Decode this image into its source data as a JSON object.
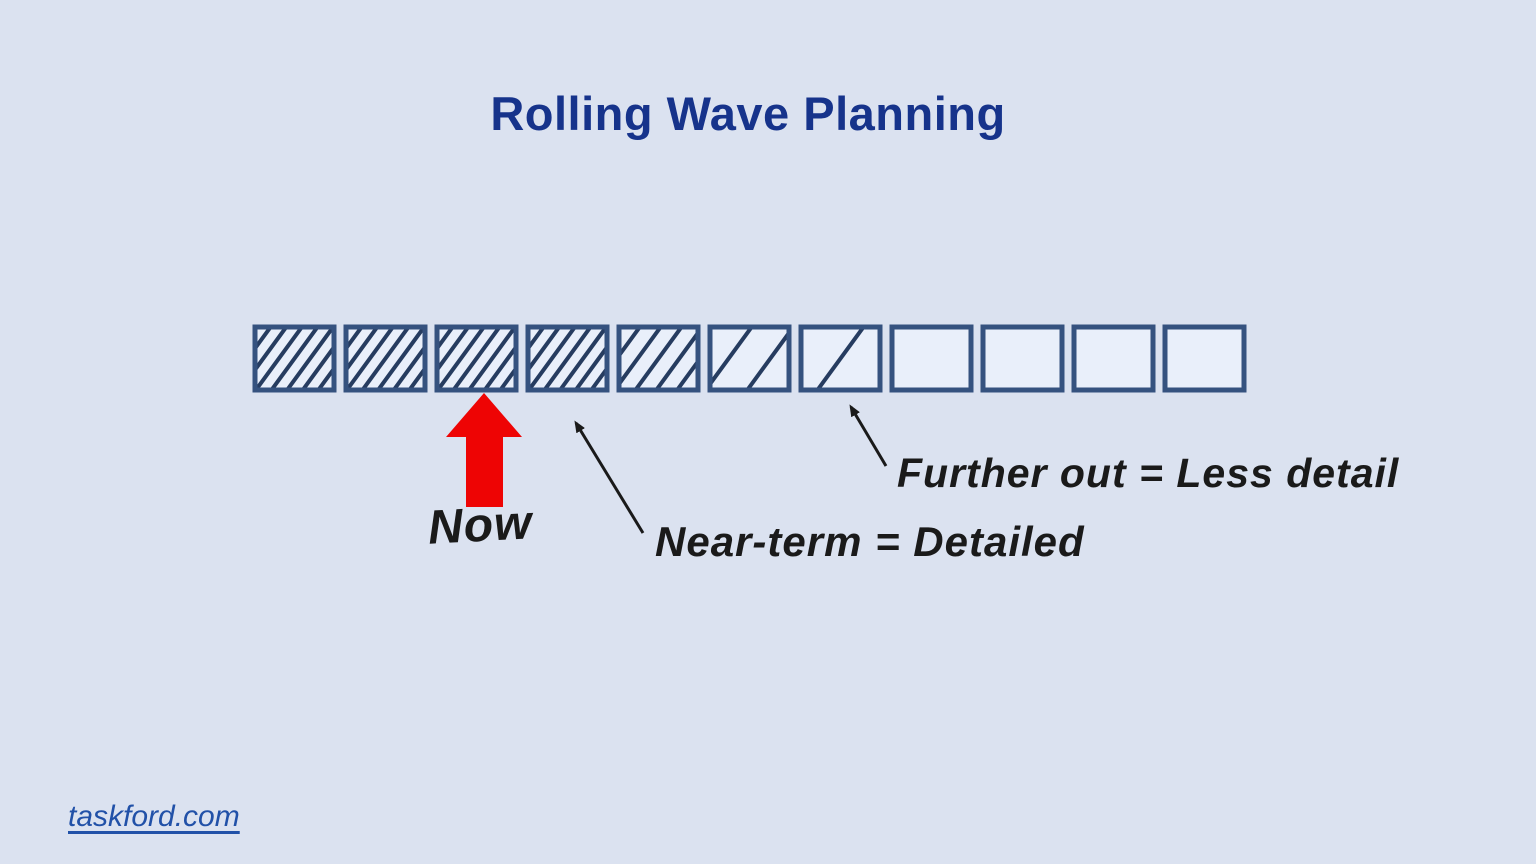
{
  "title": "Rolling Wave Planning",
  "colors": {
    "background": "#dbe2f0",
    "title": "#16338b",
    "box_border": "#35527f",
    "box_fill": "#e9effa",
    "hatch": "#263c60",
    "now_arrow": "#ee0404",
    "annotation": "#1a1a1a",
    "link": "#2151a8"
  },
  "timeline": {
    "box_count": 11,
    "hatch_lines_per_box": [
      7,
      7,
      7,
      7,
      5,
      2,
      1,
      0,
      0,
      0,
      0
    ],
    "meaning": "Denser hatching = more planning detail; empty boxes = undetailed future periods"
  },
  "labels": {
    "now": "Now",
    "near_term": "Near-term = Detailed",
    "further_out": "Further out = Less detail"
  },
  "footer": {
    "link": "taskford.com"
  }
}
